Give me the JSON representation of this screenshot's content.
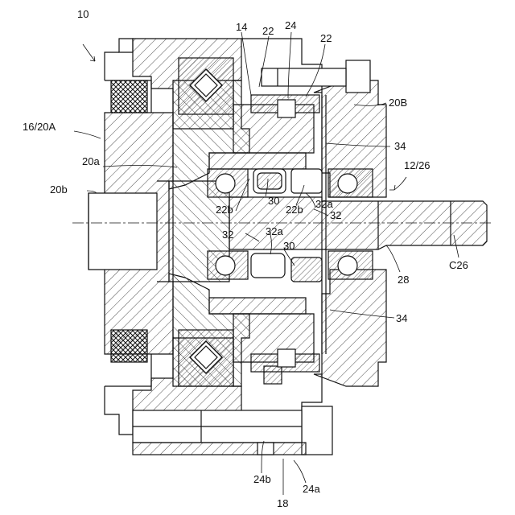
{
  "figure": {
    "labels": {
      "l10": "10",
      "l14": "14",
      "l22_left": "22",
      "l24_top": "24",
      "l22_right": "22",
      "l16_20A": "16/20A",
      "l20B": "20B",
      "l20a": "20a",
      "l34_upper": "34",
      "l20b": "20b",
      "l12_26": "12/26",
      "l22b_left": "22b",
      "l30_upper": "30",
      "l22b_mid": "22b",
      "l32a_upper": "32a",
      "l32_upper": "32",
      "l32_left": "32",
      "l32a_lower": "32a",
      "l30_lower": "30",
      "lC26": "C26",
      "l28": "28",
      "l34_lower": "34",
      "l24b": "24b",
      "l24a": "24a",
      "l18": "18"
    }
  }
}
